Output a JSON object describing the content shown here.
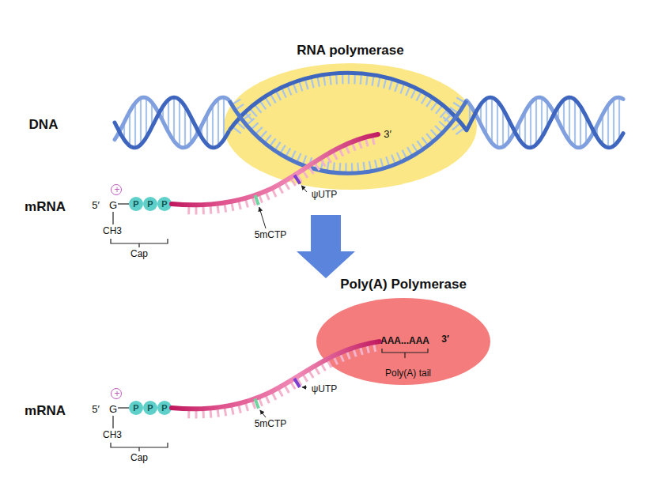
{
  "diagram": {
    "nodes": [
      {
        "text": [
          "RNA polymerase"
        ]
      },
      {
        "text": [
          "+"
        ]
      },
      {
        "text": [
          "P"
        ]
      },
      {
        "text": [
          "P"
        ]
      },
      {
        "text": [
          "P"
        ]
      },
      {
        "text": [
          "Poly(A) Polymerase",
          "AAA...AAA",
          "3′",
          "Poly(A) tail"
        ]
      },
      {
        "text": [
          "+"
        ]
      },
      {
        "text": [
          "P"
        ]
      },
      {
        "text": [
          "P"
        ]
      },
      {
        "text": [
          "P"
        ]
      }
    ],
    "labels": [
      "DNA",
      "mRNA",
      "5′",
      "G",
      "CH3",
      "Cap",
      "5mCTP",
      "ψUTP",
      "3′",
      "mRNA",
      "5′",
      "G",
      "CH3",
      "Cap",
      "ψUTP",
      "5mCTP"
    ]
  }
}
